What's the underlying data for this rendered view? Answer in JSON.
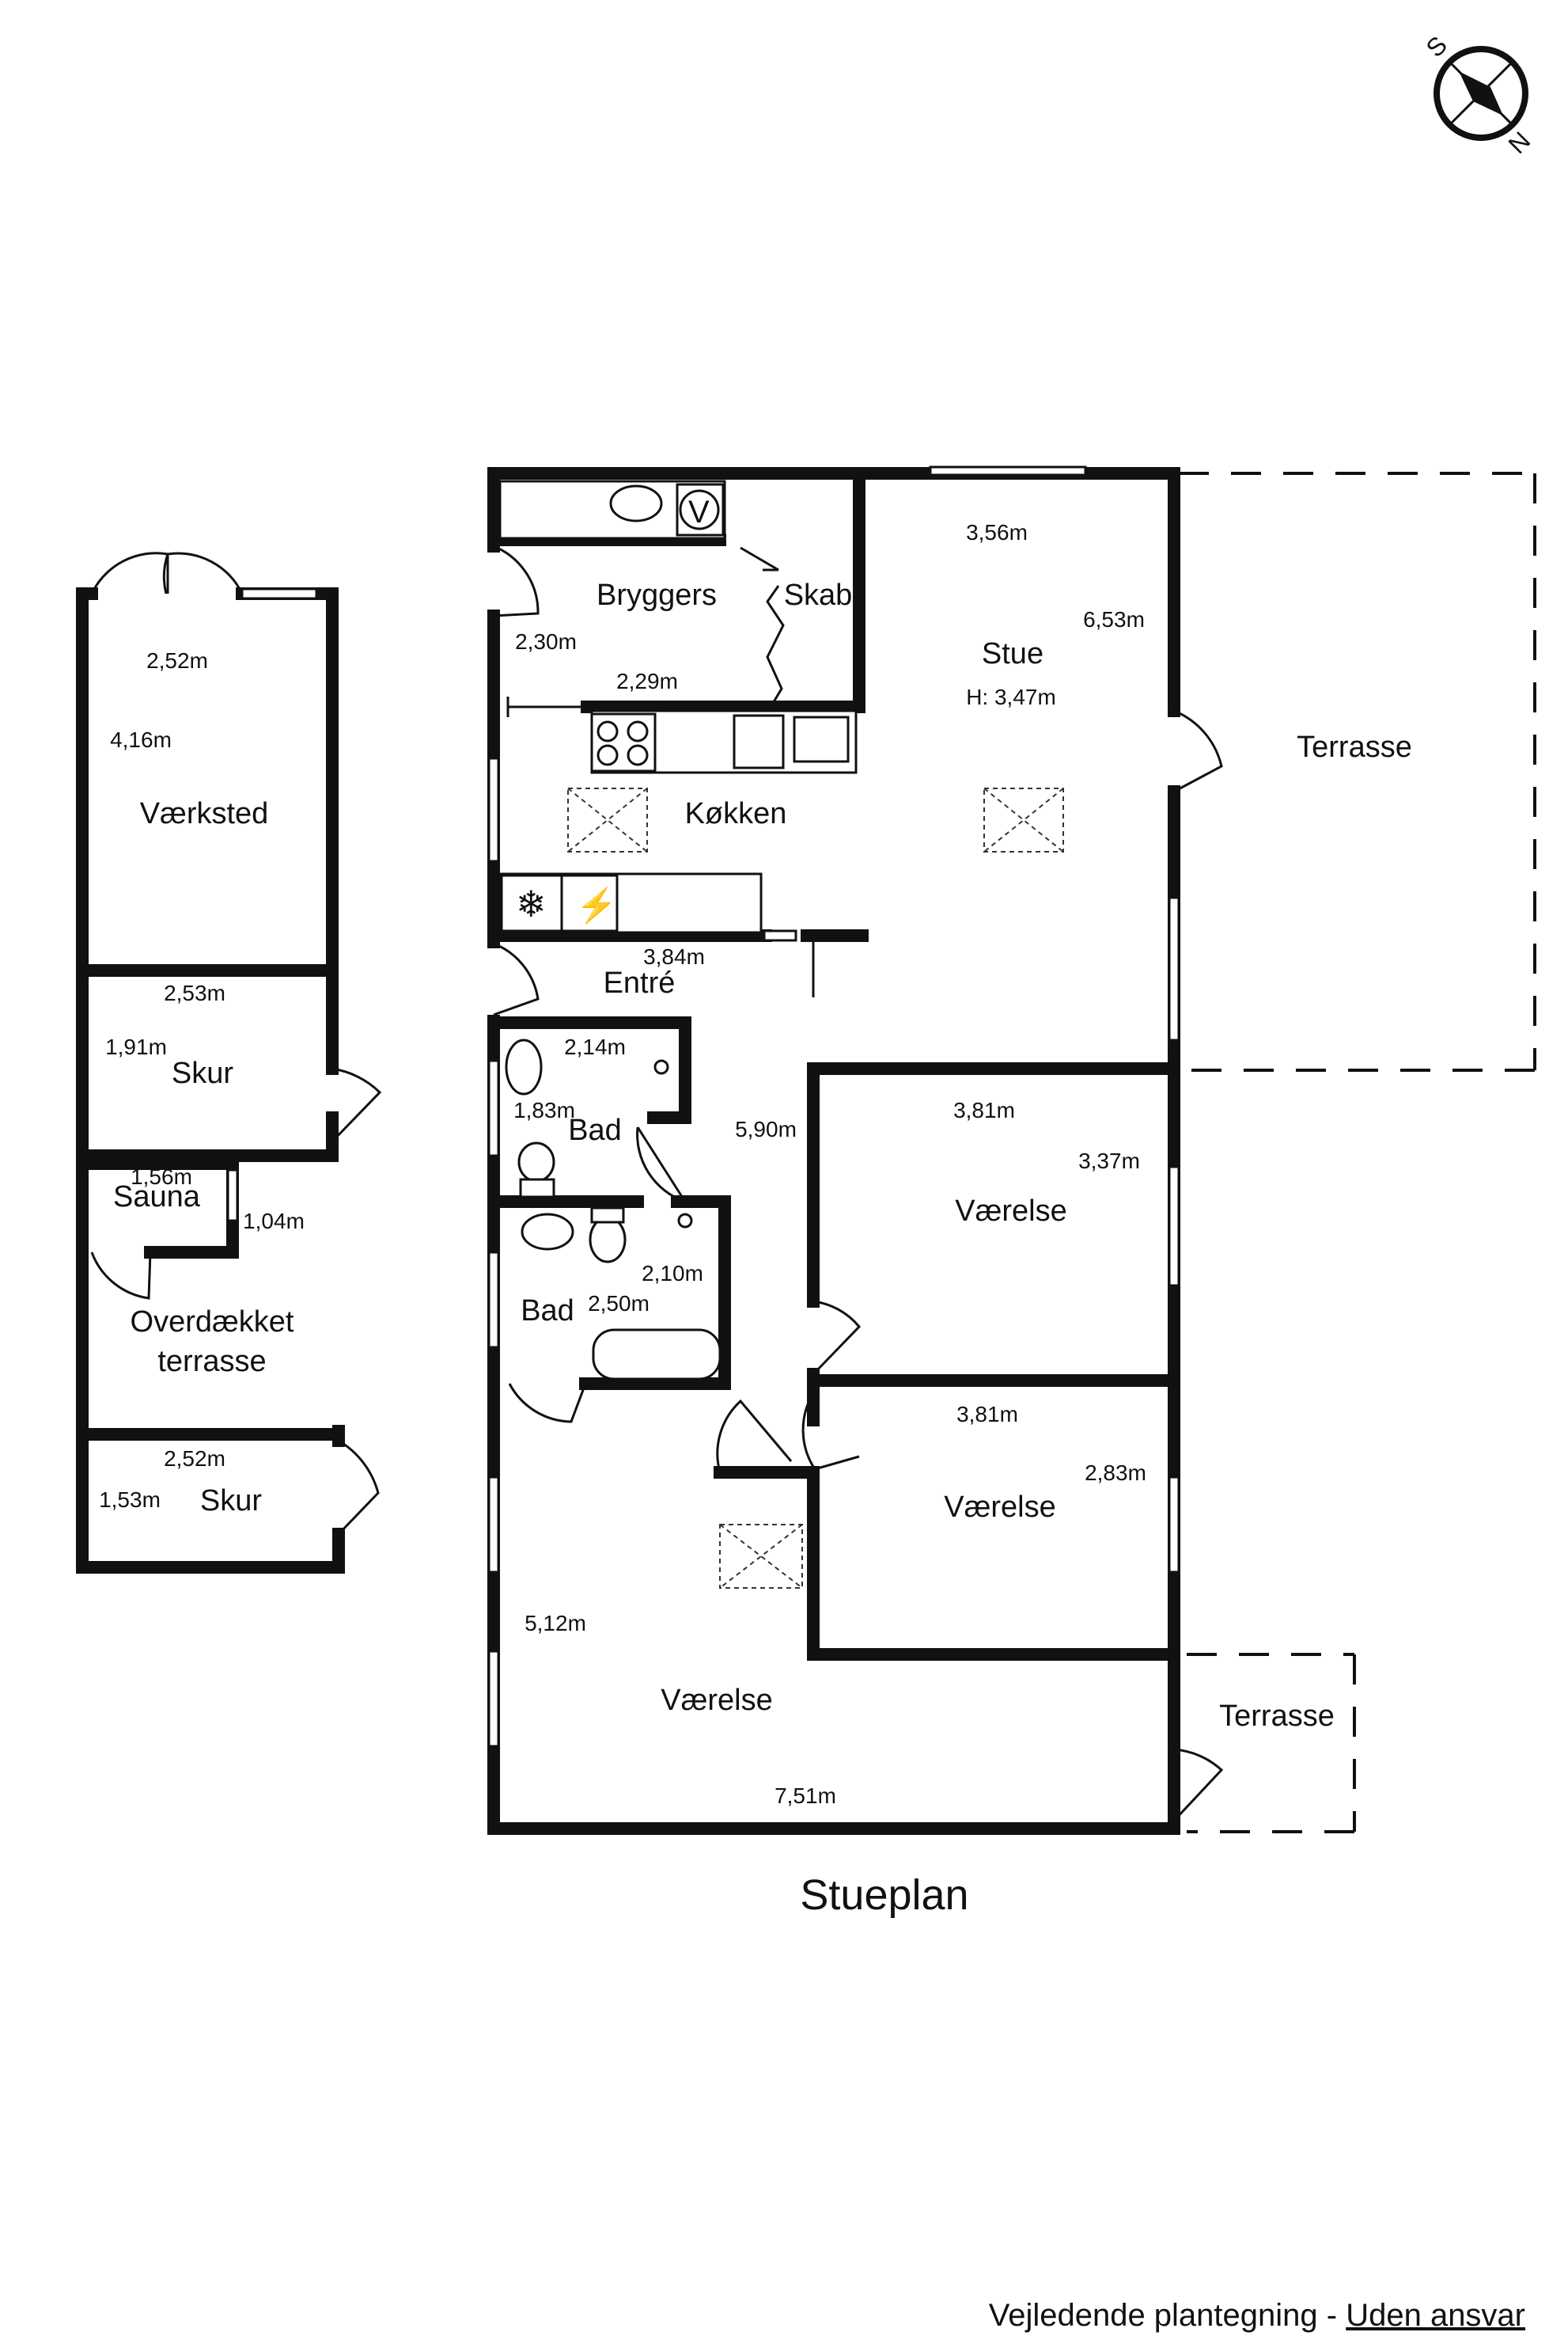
{
  "plan_title": "Stueplan",
  "footer": {
    "text": "Vejledende plantegning - ",
    "link": "Uden ansvar"
  },
  "compass": {
    "s": "S",
    "n": "N"
  },
  "rooms": {
    "bryggers": "Bryggers",
    "skab": "Skab",
    "stue": "Stue",
    "stue_height": "H: 3,47m",
    "koekken": "Køkken",
    "entre": "Entré",
    "bad1": "Bad",
    "bad2": "Bad",
    "vaerelse1": "Værelse",
    "vaerelse2": "Værelse",
    "vaerelse3": "Værelse",
    "terrasse1": "Terrasse",
    "terrasse2": "Terrasse",
    "vaerksted": "Værksted",
    "skur1": "Skur",
    "sauna": "Sauna",
    "overdaekket_line1": "Overdækket",
    "overdaekket_line2": "terrasse",
    "skur2": "Skur"
  },
  "dimensions": {
    "stue_w": "3,56m",
    "stue_h": "6,53m",
    "bryggers_h": "2,30m",
    "bryggers_w": "2,29m",
    "koekken_w": "3,84m",
    "bad1_w": "2,14m",
    "bad1_h": "1,83m",
    "entre_h": "5,90m",
    "bad2_w": "2,10m",
    "bad2_h": "2,50m",
    "v1_w": "3,81m",
    "v1_h": "3,37m",
    "v2_w": "3,81m",
    "v2_h": "2,83m",
    "v3_h": "5,12m",
    "v3_w": "7,51m",
    "vaerksted_w": "2,52m",
    "vaerksted_h": "4,16m",
    "skur1_w": "2,53m",
    "skur1_h": "1,91m",
    "sauna_w": "1,56m",
    "sauna_h": "1,04m",
    "skur2_w": "2,52m",
    "skur2_h": "1,53m"
  }
}
